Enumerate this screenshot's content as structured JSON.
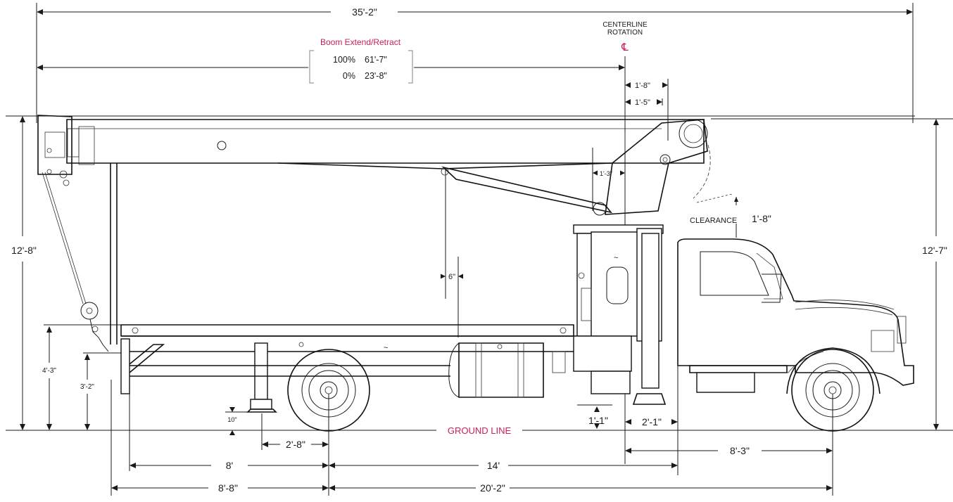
{
  "dimensions": {
    "overall_length": "35'-2\"",
    "boom_ext_title": "Boom Extend/Retract",
    "boom_100_pct": "100%",
    "boom_100_val": "61'-7\"",
    "boom_0_pct": "0%",
    "boom_0_val": "23'-8\"",
    "centerline": "CENTERLINE",
    "rotation": "ROTATION",
    "cl_symbol": "℄",
    "top_1_8": "1'-8\"",
    "top_1_5": "1'-5\"",
    "mid_1_3": "1'-3\"",
    "clearance_label": "CLEARANCE",
    "clearance_val": "1'-8\"",
    "left_height": "12'-8\"",
    "right_height": "12'-7\"",
    "six_in": "6\"",
    "h_4_3": "4'-3\"",
    "h_3_2": "3'-2\"",
    "pad_10": "10\"",
    "ground_line": "GROUND LINE",
    "d_2_8": "2'-8\"",
    "d_1_1": "1'-1\"",
    "d_2_1": "2'-1\"",
    "d_8": "8'",
    "d_14": "14'",
    "d_8_3": "8'-3\"",
    "d_8_8": "8'-8\"",
    "d_20_2": "20'-2\""
  },
  "colors": {
    "accent": "#c8205a",
    "line": "#1a1a1a",
    "bracket": "#9a9a9a"
  }
}
